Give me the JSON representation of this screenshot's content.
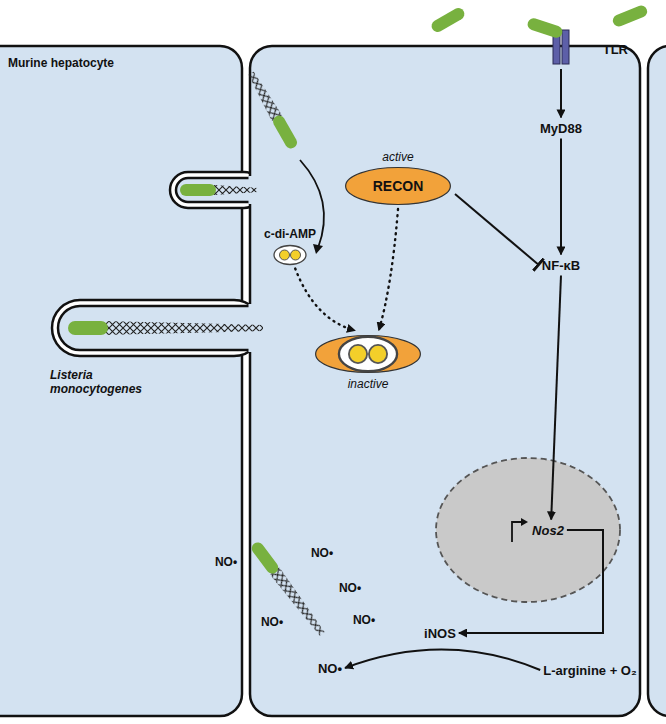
{
  "diagram": {
    "nodes": [
      {
        "text": [
          "TLR"
        ]
      },
      {
        "text": [
          "active",
          "RECON"
        ]
      },
      {
        "text": [
          "MyD88"
        ]
      },
      {
        "text": [
          "NF-κB"
        ]
      },
      {
        "text": [
          "c-di-AMP"
        ]
      },
      {
        "text": [
          "inactive"
        ]
      },
      {
        "text": [
          "Nos2"
        ]
      },
      {
        "text": [
          "iNOS"
        ]
      },
      {
        "text": [
          "L-arginine + O₂"
        ]
      },
      {
        "text": [
          "NO•"
        ]
      }
    ],
    "edges": [
      {
        "from": 0,
        "to": 2,
        "arrow": "to"
      },
      {
        "from": 2,
        "to": 3,
        "arrow": "to"
      },
      {
        "from": 1,
        "to": 3,
        "arrow": "to"
      },
      {
        "from": 1,
        "to": 5,
        "arrow": "to"
      },
      {
        "from": 4,
        "to": 5,
        "arrow": "to"
      },
      {
        "from": 3,
        "to": 6,
        "arrow": "to"
      },
      {
        "from": 6,
        "to": 7,
        "arrow": "to"
      },
      {
        "from": 8,
        "to": 9,
        "arrow": "to"
      }
    ],
    "labels": [
      "Murine hepatocyte",
      "Listeria monocytogenes",
      "NO•",
      "NO•",
      "NO•",
      "NO•",
      "NO•"
    ]
  }
}
